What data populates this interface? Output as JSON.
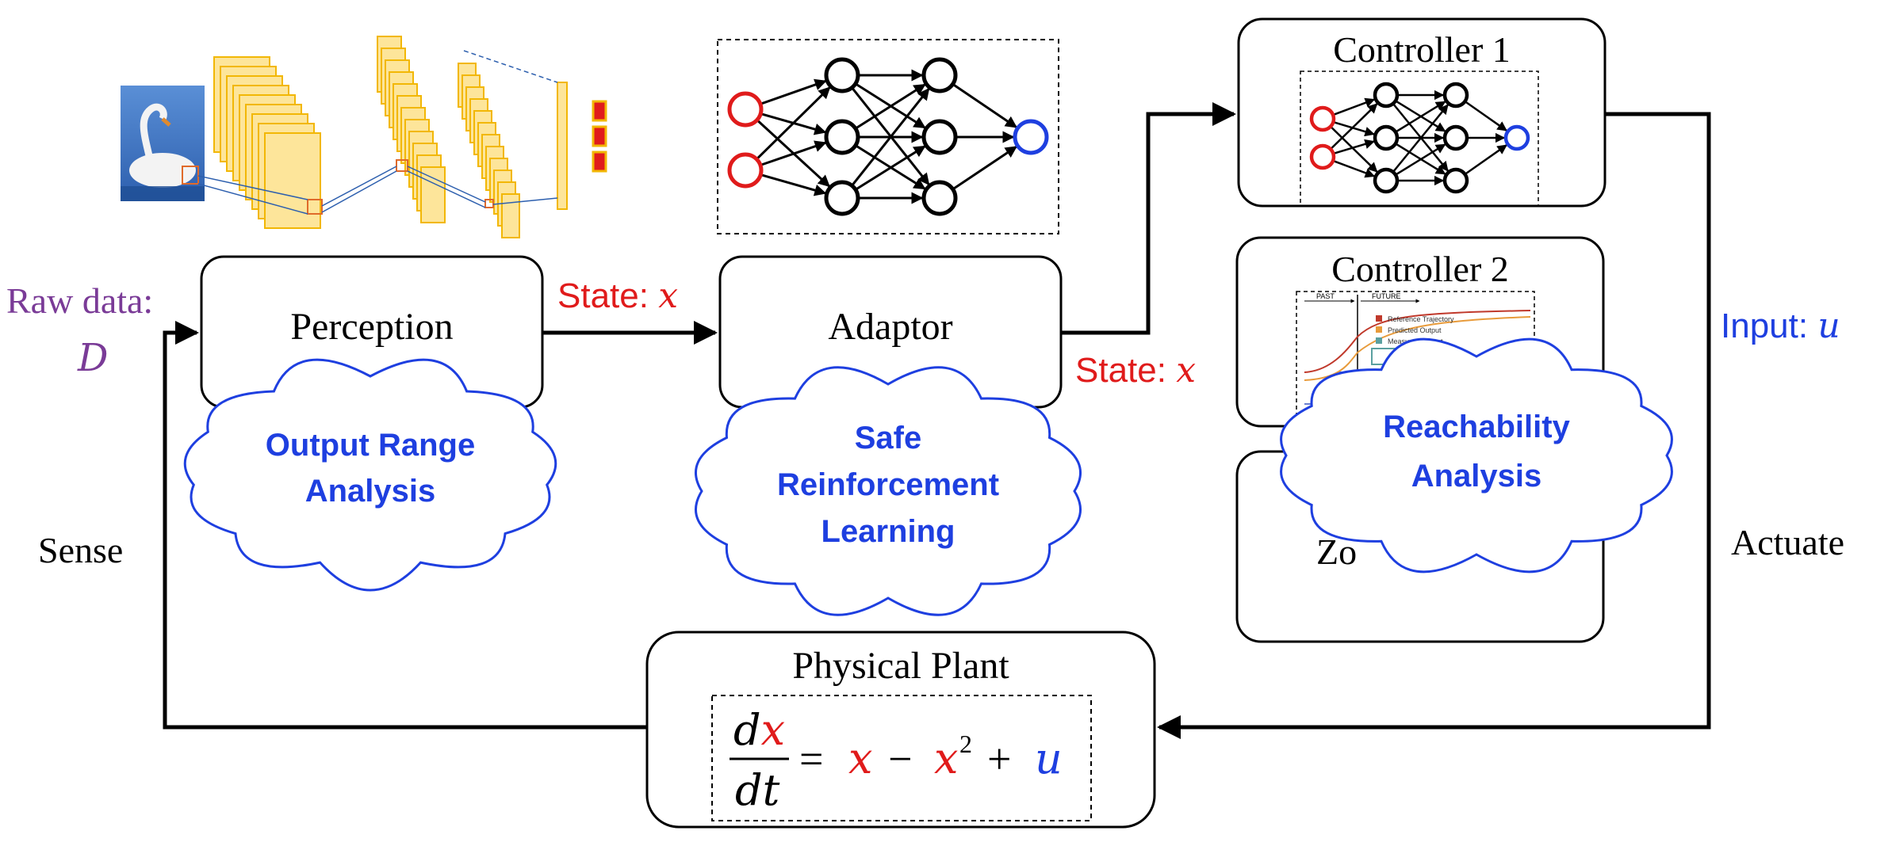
{
  "colors": {
    "red": "#e01b1b",
    "blue": "#1e3fe0",
    "purple": "#7a3b97",
    "black": "#000000",
    "cnn_fill": "#fde59a",
    "cnn_stroke": "#f2b705"
  },
  "labels": {
    "raw_data_line1": "Raw data:",
    "raw_data_line2": "D",
    "sense": "Sense",
    "actuate": "Actuate",
    "state_x_1_prefix": "State: ",
    "state_x_1_var": "x",
    "state_x_2_prefix": "State: ",
    "state_x_2_var": "x",
    "input_u_prefix": "Input: ",
    "input_u_var": "u"
  },
  "boxes": {
    "perception": "Perception",
    "adaptor": "Adaptor",
    "controller_1": "Controller 1",
    "controller_2": "Controller 2",
    "controller_3_partial": "Zo",
    "physical_plant": "Physical Plant"
  },
  "clouds": {
    "output_range": [
      "Output Range",
      "Analysis"
    ],
    "safe_rl": [
      "Safe",
      "Reinforcement",
      "Learning"
    ],
    "reachability": [
      "Reachability",
      "Analysis"
    ]
  },
  "equation": {
    "num_d": "d",
    "num_x": "x",
    "den": "dt",
    "eq": "=",
    "x1": "x",
    "minus": "−",
    "x2": "x",
    "sup": "2",
    "plus": "+",
    "u": "u"
  },
  "mpc_plot": {
    "past": "PAST",
    "future": "FUTURE",
    "legend": [
      "Reference Trajectory",
      "Predicted Output",
      "Measured Output"
    ]
  },
  "icons": [
    "swan-photo-icon",
    "cnn-layers-icon",
    "neural-network-icon"
  ]
}
